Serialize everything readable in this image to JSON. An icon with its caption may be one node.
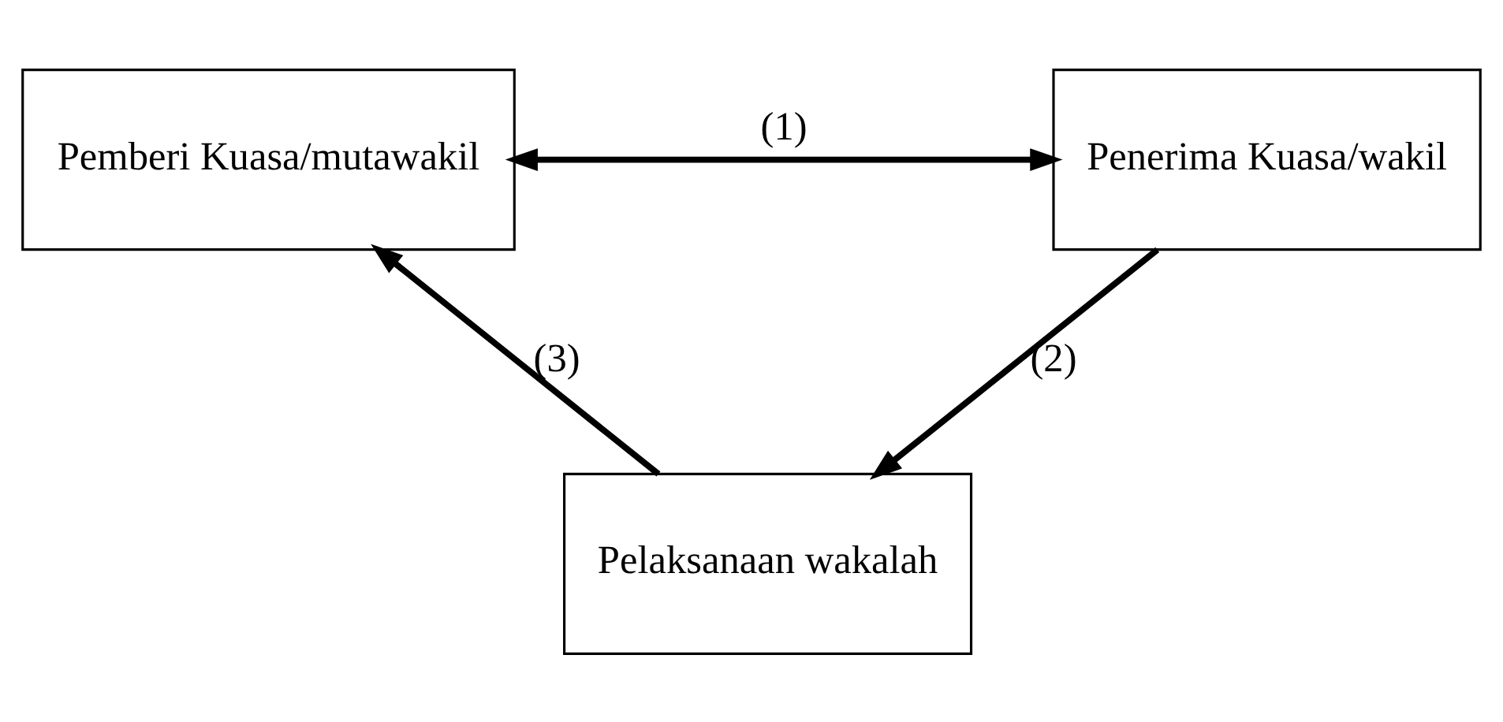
{
  "diagram": {
    "nodes": [
      {
        "text": [
          "Pemberi Kuasa/mutawakil"
        ]
      },
      {
        "text": [
          "Penerima Kuasa/wakil"
        ]
      },
      {
        "text": [
          "Pelaksanaan wakalah"
        ]
      }
    ],
    "edges": [
      {
        "from": 0,
        "to": 1,
        "arrow": "both",
        "label": "(1)"
      },
      {
        "from": 1,
        "to": 2,
        "arrow": "to",
        "label": "(2)"
      },
      {
        "from": 2,
        "to": 0,
        "arrow": "to",
        "label": "(3)"
      }
    ]
  }
}
